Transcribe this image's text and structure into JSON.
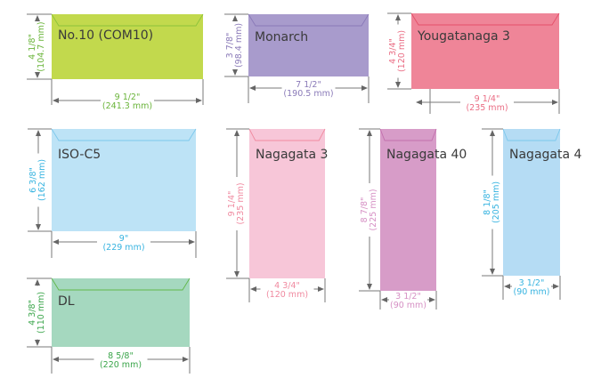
{
  "envelopes": [
    {
      "name": "No.10 (COM10)",
      "width_in": "9 1/2\"",
      "width_mm": "(241.3 mm)",
      "height_in": "4 1/8\"",
      "height_mm": "(104.7 mm)",
      "fill": "#c2d94d",
      "flap": "#8cc43a",
      "text": "#6ab43a"
    },
    {
      "name": "Monarch",
      "width_in": "7 1/2\"",
      "width_mm": "(190.5 mm)",
      "height_in": "3 7/8\"",
      "height_mm": "(98.4 mm)",
      "fill": "#a89bcc",
      "flap": "#8a7ab8",
      "text": "#8a7ab8"
    },
    {
      "name": "Yougatanaga 3",
      "width_in": "9 1/4\"",
      "width_mm": "(235 mm)",
      "height_in": "4 3/4\"",
      "height_mm": "(120 mm)",
      "fill": "#ef8598",
      "flap": "#e4506a",
      "text": "#ea6d84"
    },
    {
      "name": "ISO-C5",
      "width_in": "9\"",
      "width_mm": "(229 mm)",
      "height_in": "6 3/8\"",
      "height_mm": "(162 mm)",
      "fill": "#bde3f6",
      "flap": "#7cc8ec",
      "text": "#36b3e0"
    },
    {
      "name": "Nagagata 3",
      "width_in": "4 3/4\"",
      "width_mm": "(120 mm)",
      "height_in": "9 1/4\"",
      "height_mm": "(235 mm)",
      "fill": "#f7c6d8",
      "flap": "#f08aa0",
      "text": "#f08aa0"
    },
    {
      "name": "Nagagata 40",
      "width_in": "3 1/2\"",
      "width_mm": "(90 mm)",
      "height_in": "8 7/8\"",
      "height_mm": "(225 mm)",
      "fill": "#d79cc8",
      "flap": "#c270ad",
      "text": "#d690c4"
    },
    {
      "name": "Nagagata 4",
      "width_in": "3 1/2\"",
      "width_mm": "(90 mm)",
      "height_in": "8 1/8\"",
      "height_mm": "(205 mm)",
      "fill": "#b5dcf4",
      "flap": "#7cc8ec",
      "text": "#36b3e0"
    },
    {
      "name": "DL",
      "width_in": "8 5/8\"",
      "width_mm": "(220 mm)",
      "height_in": "4 3/8\"",
      "height_mm": "(110 mm)",
      "fill": "#a5d8bf",
      "flap": "#62b84a",
      "text": "#3aa54a"
    }
  ],
  "dimension_line_color": "#7a7a7a"
}
